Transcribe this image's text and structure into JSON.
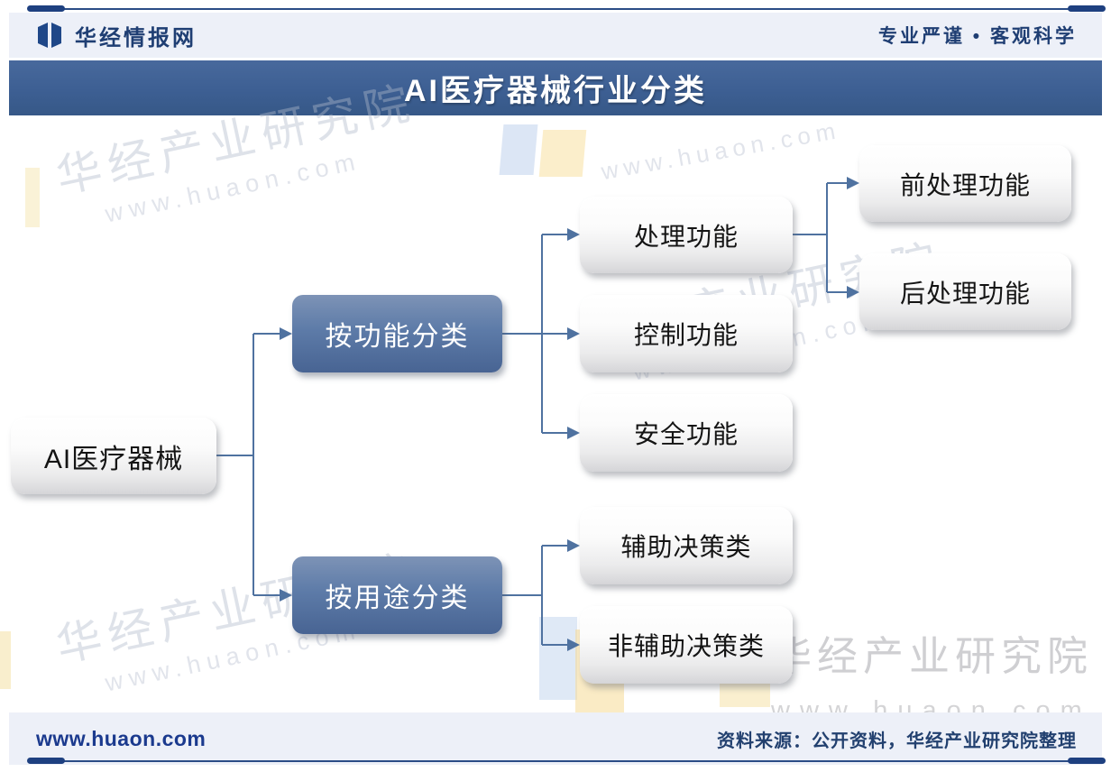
{
  "header": {
    "brand": "华经情报网",
    "slogan": "专业严谨 • 客观科学"
  },
  "title_bar": {
    "title": "AI医疗器械行业分类"
  },
  "diagram": {
    "root": {
      "label": "AI医疗器械"
    },
    "branches": [
      {
        "label": "按功能分类",
        "children": [
          {
            "label": "处理功能",
            "children": [
              {
                "label": "前处理功能"
              },
              {
                "label": "后处理功能"
              }
            ]
          },
          {
            "label": "控制功能"
          },
          {
            "label": "安全功能"
          }
        ]
      },
      {
        "label": "按用途分类",
        "children": [
          {
            "label": "辅助决策类"
          },
          {
            "label": "非辅助决策类"
          }
        ]
      }
    ]
  },
  "watermarks": {
    "org": "华经产业研究院",
    "url": "www.huaon.com"
  },
  "footer": {
    "site": "www.huaon.com",
    "source": "资料来源：公开资料，华经产业研究院整理"
  },
  "colors": {
    "title_bar": "#3D5F93",
    "branch_node": "#5D7BA8",
    "leaf_node": "#EDEDEE",
    "connector": "#4F72A0",
    "header_band": "#EDF0F8",
    "rule": "#2B4D86"
  }
}
